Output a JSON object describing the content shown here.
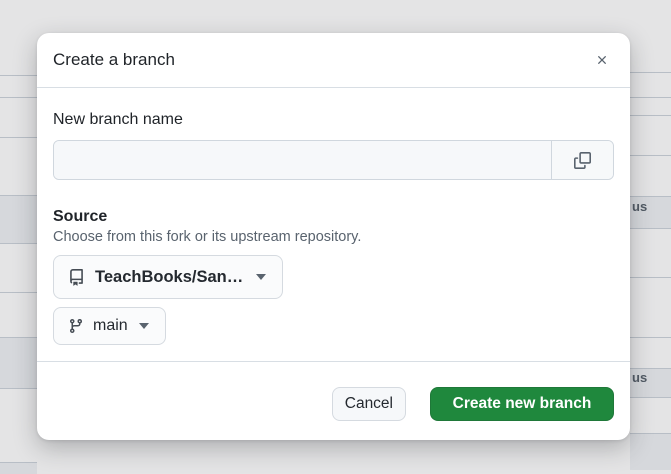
{
  "colors": {
    "primary_button_green": "#1f883d",
    "modal_background": "#ffffff",
    "muted_text": "#59636e",
    "border": "#d0d7de"
  },
  "modal": {
    "title": "Create a branch",
    "form": {
      "branch_name_label": "New branch name",
      "branch_name_value": "",
      "source_label": "Source",
      "source_description": "Choose from this fork or its upstream repository.",
      "repo_selector_value": "TeachBooks/San…",
      "branch_selector_value": "main"
    },
    "actions": {
      "cancel": "Cancel",
      "submit": "Create new branch"
    }
  },
  "background_page": {
    "status_header_fragments": [
      "us",
      "us"
    ]
  }
}
